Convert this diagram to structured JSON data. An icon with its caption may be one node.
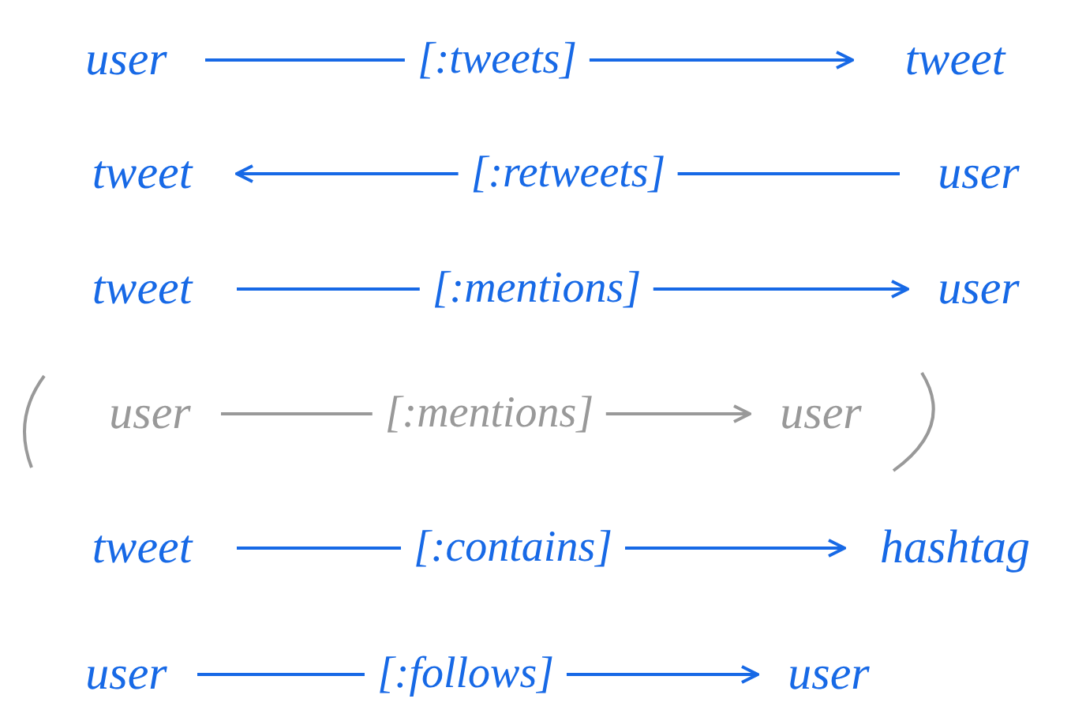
{
  "diagram": {
    "nodes": [
      {
        "text": [
          "user"
        ]
      },
      {
        "text": [
          "tweet"
        ]
      },
      {
        "text": [
          "tweet"
        ]
      },
      {
        "text": [
          "user"
        ]
      },
      {
        "text": [
          "tweet"
        ]
      },
      {
        "text": [
          "user"
        ]
      },
      {
        "text": [
          "user"
        ]
      },
      {
        "text": [
          "user"
        ]
      },
      {
        "text": [
          "tweet"
        ]
      },
      {
        "text": [
          "hashtag"
        ]
      },
      {
        "text": [
          "user"
        ]
      },
      {
        "text": [
          "user"
        ]
      }
    ],
    "edges": [
      {
        "from": 0,
        "to": 1,
        "arrow": "to",
        "label": "[:tweets]"
      },
      {
        "from": 3,
        "to": 2,
        "arrow": "to",
        "label": "[:retweets]"
      },
      {
        "from": 4,
        "to": 5,
        "arrow": "to",
        "label": "[:mentions]"
      },
      {
        "from": 6,
        "to": 7,
        "arrow": "to",
        "label": "[:mentions]",
        "color": "#999999"
      },
      {
        "from": 8,
        "to": 9,
        "arrow": "to",
        "label": "[:contains]"
      },
      {
        "from": 10,
        "to": 11,
        "arrow": "to",
        "label": "[:follows]"
      }
    ]
  }
}
